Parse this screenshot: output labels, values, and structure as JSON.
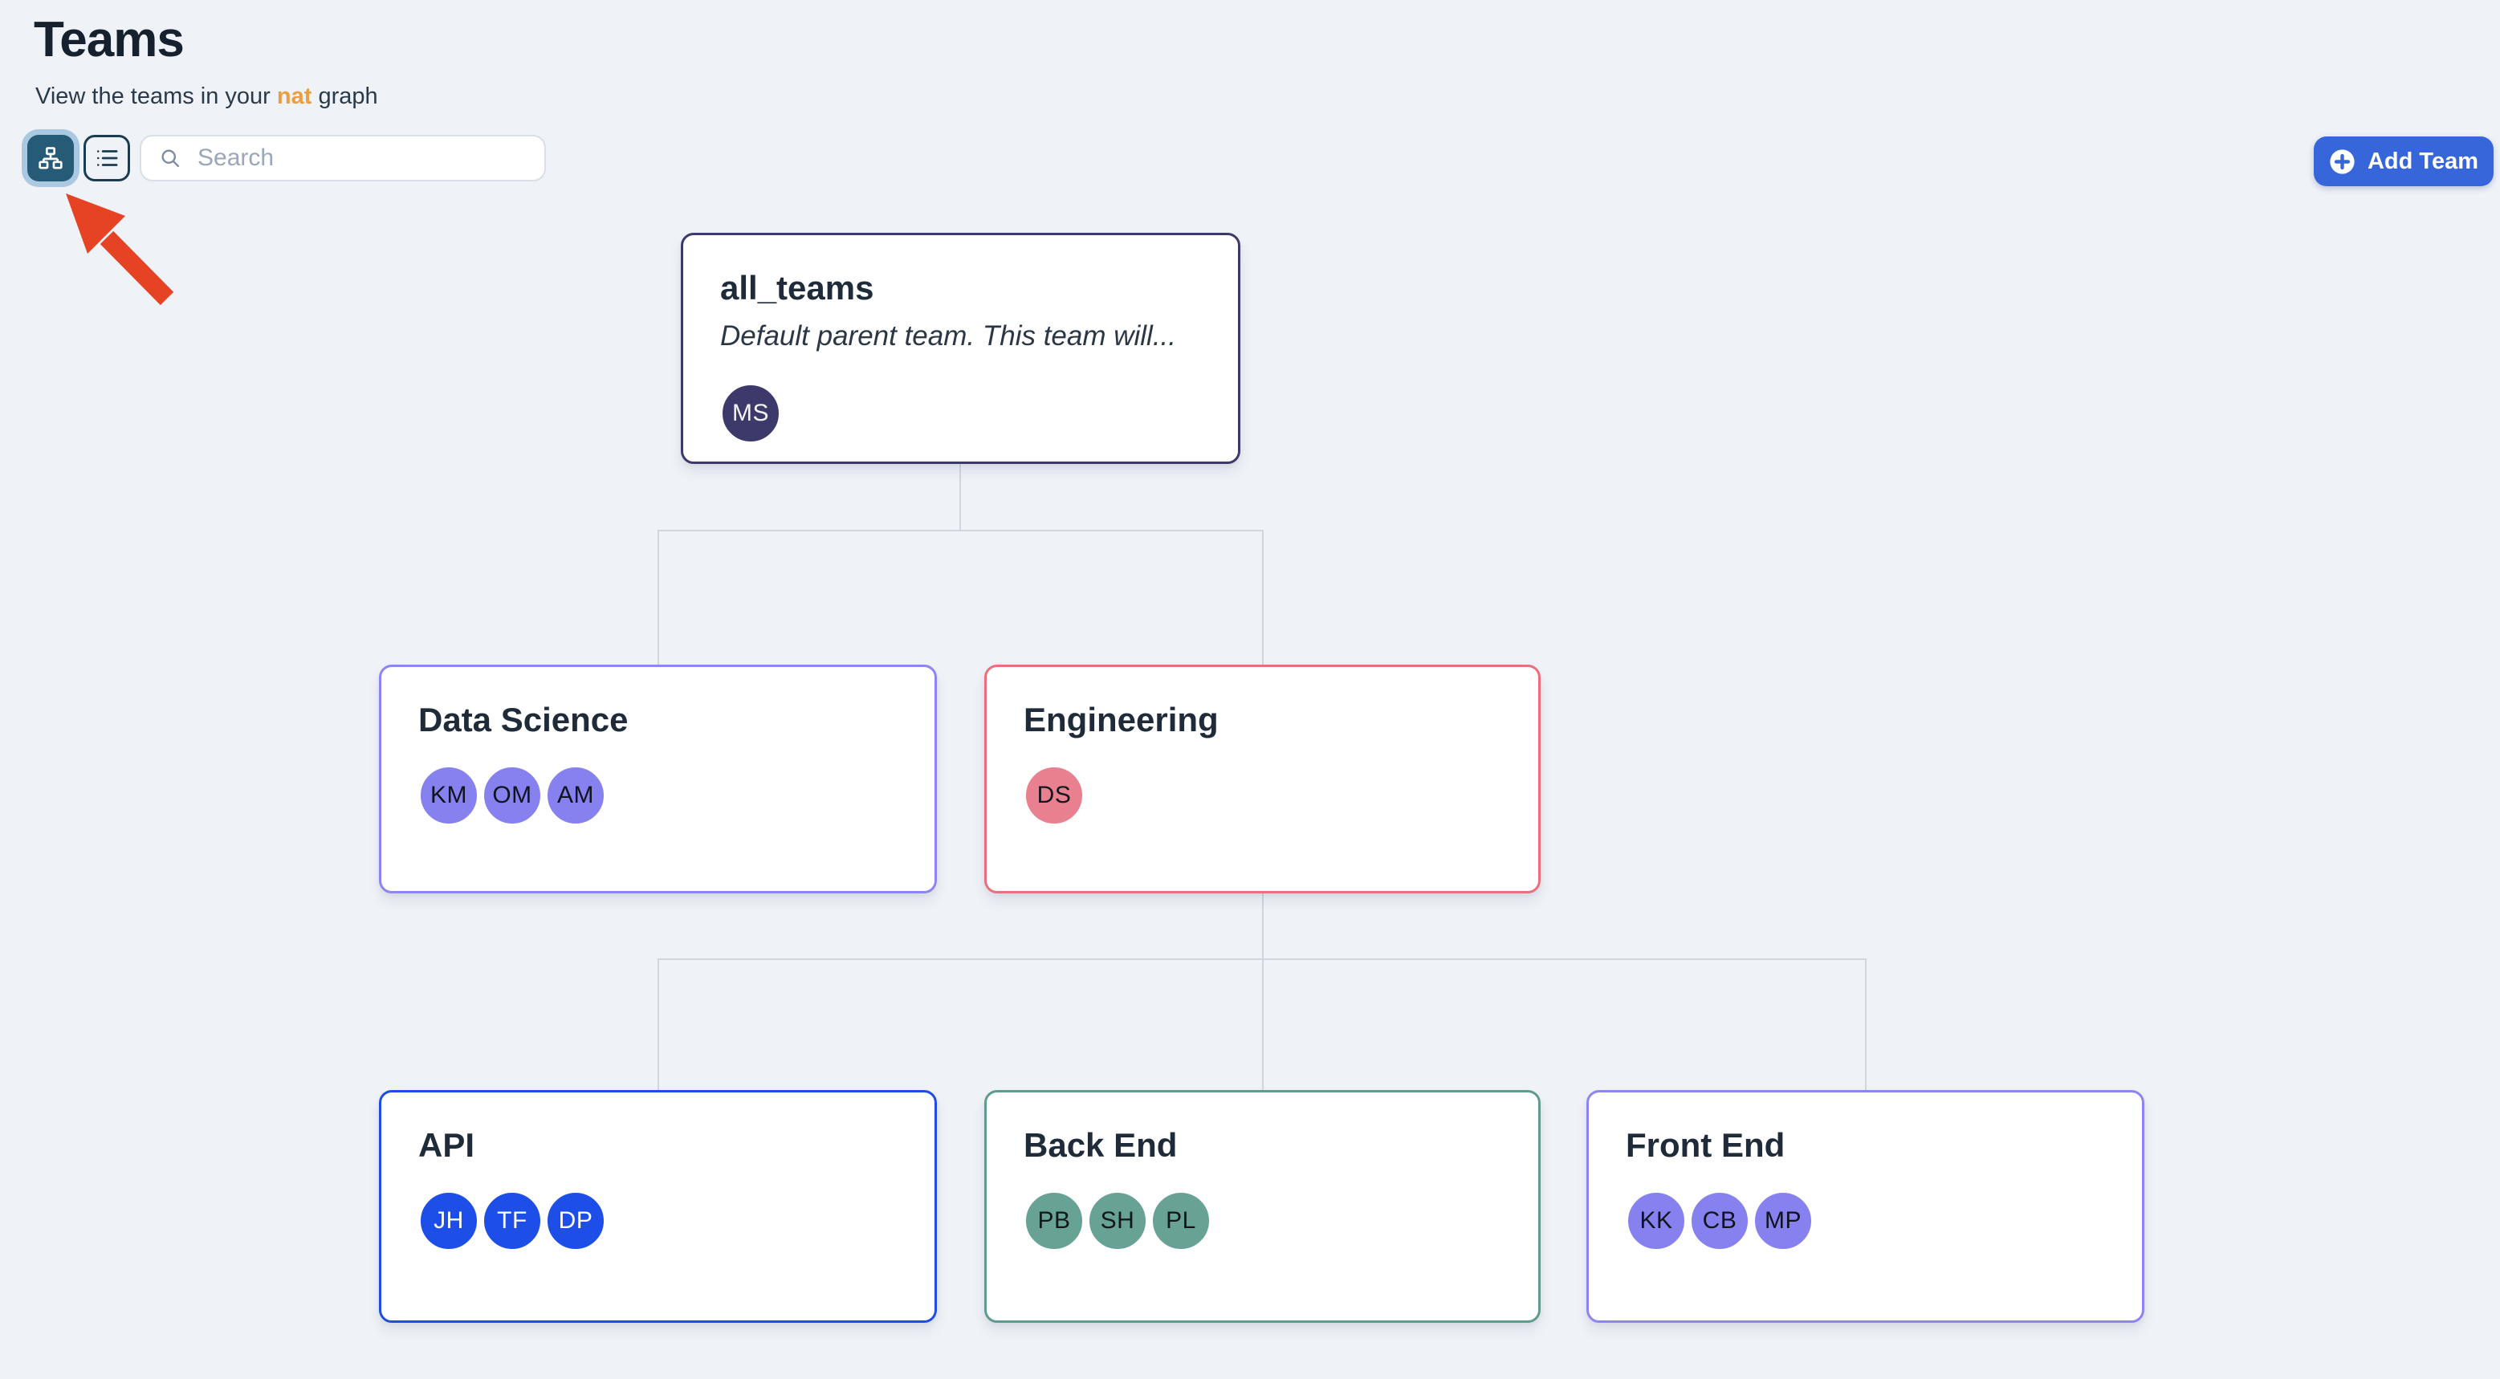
{
  "page": {
    "title": "Teams",
    "subtitle_prefix": "View the teams in your ",
    "subtitle_highlight": "nat",
    "subtitle_suffix": " graph",
    "subtitle_highlight_color": "#ed9d3f",
    "background_color": "#eff2f7"
  },
  "toolbar": {
    "view_toggle": {
      "graph_icon": "org-chart-icon",
      "list_icon": "list-icon",
      "selected": "graph",
      "active_bg": "#265b78",
      "active_ring": "#a9c8e2",
      "inactive_border": "#1c3c52"
    },
    "search": {
      "placeholder": "Search"
    },
    "add_team": {
      "label": "Add Team",
      "icon": "plus-circle-icon",
      "bg": "#3766db"
    }
  },
  "annotation": {
    "type": "arrow",
    "color": "#e54324",
    "points_to": "graph-view-toggle"
  },
  "graph": {
    "connector_color": "#cfd6e0",
    "teams": [
      {
        "name": "all_teams",
        "description": "Default parent team. This team will...",
        "parent": null,
        "accent": "#3d3a6b",
        "members": [
          {
            "initials": "MS",
            "bg": "#3d3a6b",
            "fg": "#f3f4f8"
          }
        ]
      },
      {
        "name": "Data Science",
        "parent": "all_teams",
        "accent": "#8d85f2",
        "members": [
          {
            "initials": "KM",
            "bg": "#8781f0",
            "fg": "#10141d"
          },
          {
            "initials": "OM",
            "bg": "#8781f0",
            "fg": "#10141d"
          },
          {
            "initials": "AM",
            "bg": "#8781f0",
            "fg": "#10141d"
          }
        ]
      },
      {
        "name": "Engineering",
        "parent": "all_teams",
        "accent": "#e96f7d",
        "members": [
          {
            "initials": "DS",
            "bg": "#e8808f",
            "fg": "#131720"
          }
        ]
      },
      {
        "name": "API",
        "parent": "Engineering",
        "accent": "#1f4ce6",
        "members": [
          {
            "initials": "JH",
            "bg": "#1d4fe8",
            "fg": "#ffffff"
          },
          {
            "initials": "TF",
            "bg": "#1d4fe8",
            "fg": "#ffffff"
          },
          {
            "initials": "DP",
            "bg": "#1d4fe8",
            "fg": "#ffffff"
          }
        ]
      },
      {
        "name": "Back End",
        "parent": "Engineering",
        "accent": "#5f9c8e",
        "members": [
          {
            "initials": "PB",
            "bg": "#68a295",
            "fg": "#11161f"
          },
          {
            "initials": "SH",
            "bg": "#68a295",
            "fg": "#11161f"
          },
          {
            "initials": "PL",
            "bg": "#68a295",
            "fg": "#11161f"
          }
        ]
      },
      {
        "name": "Front End",
        "parent": "Engineering",
        "accent": "#8d85f2",
        "members": [
          {
            "initials": "KK",
            "bg": "#8781f0",
            "fg": "#10141d"
          },
          {
            "initials": "CB",
            "bg": "#8781f0",
            "fg": "#10141d"
          },
          {
            "initials": "MP",
            "bg": "#8781f0",
            "fg": "#10141d"
          }
        ]
      }
    ]
  }
}
